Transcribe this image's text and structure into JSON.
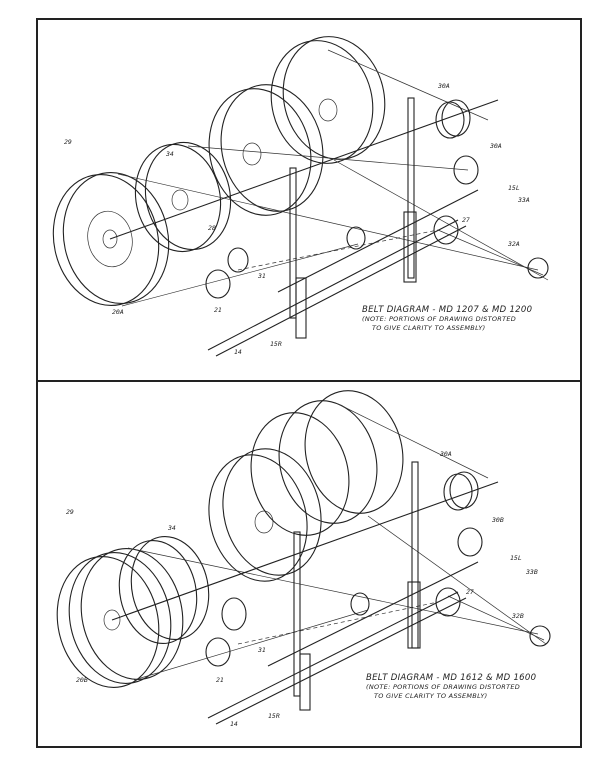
{
  "diagrams": [
    {
      "title": "BELT DIAGRAM - MD 1207 & MD 1200",
      "note_line1": "(NOTE: PORTIONS OF DRAWING DISTORTED",
      "note_line2": "TO GIVE CLARITY TO ASSEMBLY)",
      "labels": {
        "l29": "29",
        "l34": "34",
        "l28": "28",
        "l20": "20A",
        "l21": "21",
        "l14": "14",
        "l15r": "15R",
        "l31": "31",
        "l30": "30A",
        "l30b": "30A",
        "l15l": "15L",
        "l33": "33A",
        "l27": "27",
        "l32": "32A"
      }
    },
    {
      "title": "BELT DIAGRAM - MD 1612 & MD 1600",
      "note_line1": "(NOTE: PORTIONS OF DRAWING DISTORTED",
      "note_line2": "TO GIVE CLARITY TO ASSEMBLY)",
      "labels": {
        "l29": "29",
        "l34": "34",
        "l28": "",
        "l20": "20B",
        "l21": "21",
        "l14": "14",
        "l15r": "15R",
        "l31": "31",
        "l30": "30A",
        "l30b": "30B",
        "l15l": "15L",
        "l33": "33B",
        "l27": "27",
        "l32": "32B"
      }
    }
  ]
}
